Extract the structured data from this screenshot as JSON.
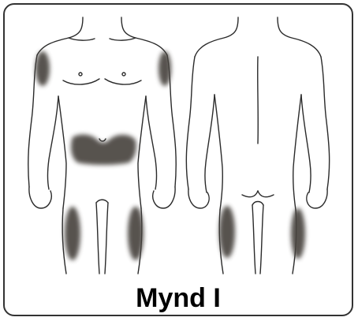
{
  "figure": {
    "caption": "Mynd I",
    "views": [
      "front",
      "back"
    ],
    "highlighted_regions": [
      "front-left-upper-arm",
      "front-right-upper-arm",
      "front-abdomen",
      "front-left-thigh",
      "front-right-thigh",
      "back-left-thigh",
      "back-right-thigh"
    ],
    "colors": {
      "outline": "#2a2a2a",
      "shading": "#4a4441",
      "frame": "#333333",
      "background": "#ffffff"
    }
  }
}
